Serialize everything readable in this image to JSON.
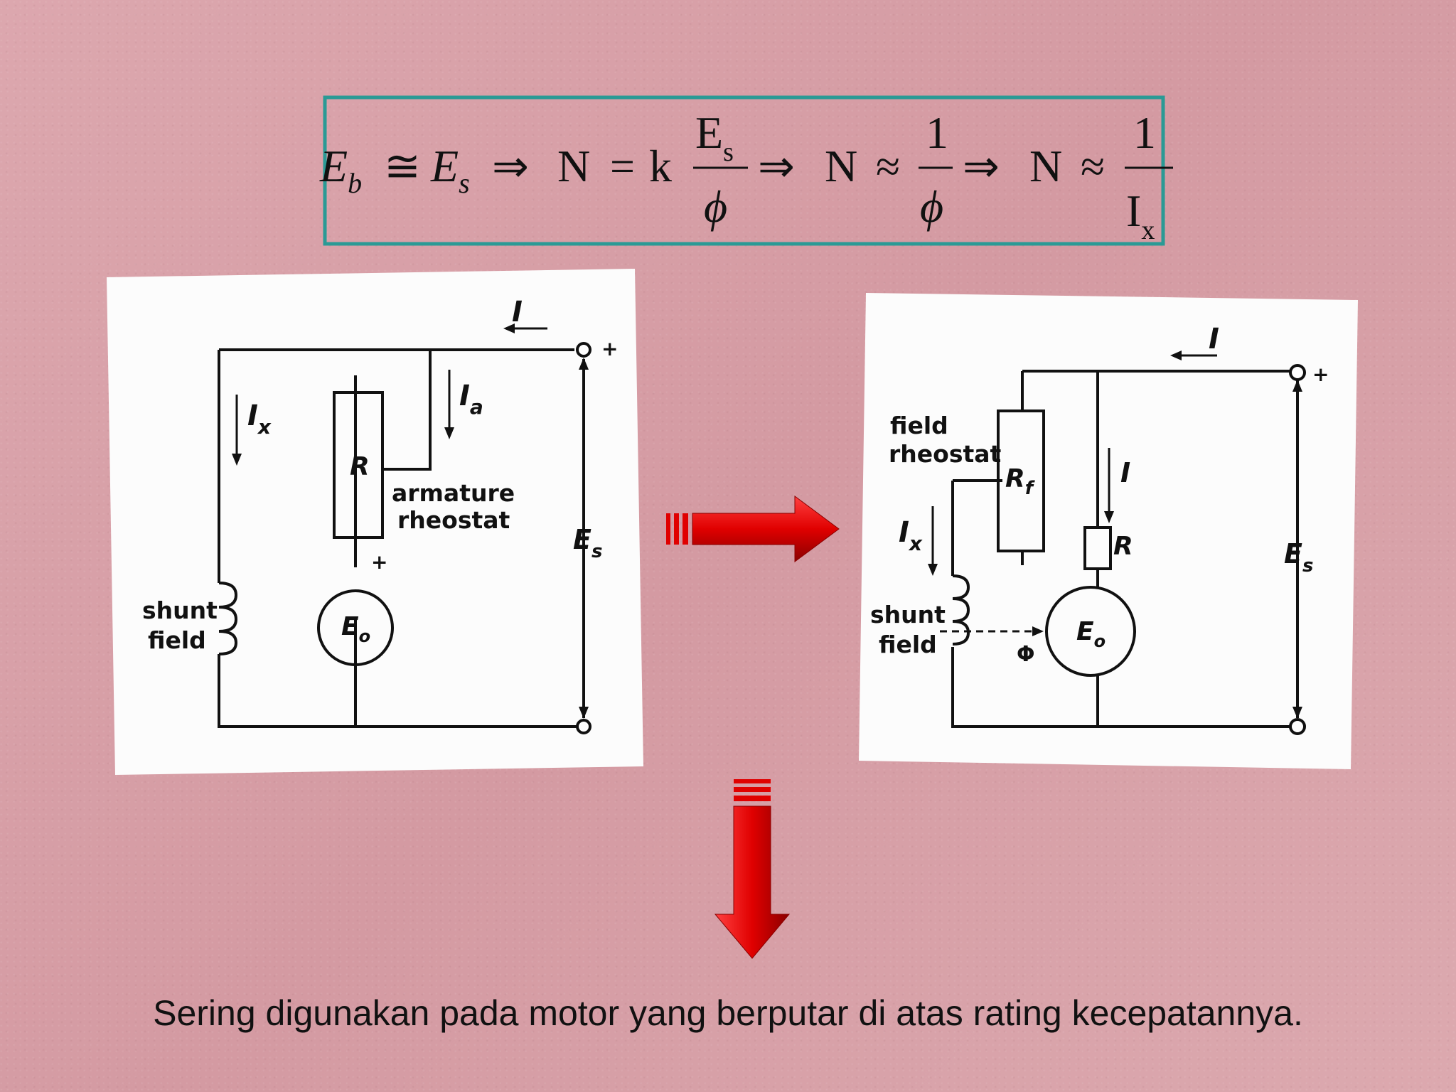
{
  "formula": {
    "Eb": "E",
    "Eb_sub": "b",
    "cong": "≅",
    "Es": "E",
    "Es_sub": "s",
    "implies": "⇒",
    "N": "N",
    "eq": "=",
    "k": "k",
    "approx": "≈",
    "frac1_num": "E",
    "frac1_num_sub": "s",
    "frac1_den": "ϕ",
    "frac2_num": "1",
    "frac2_den": "ϕ",
    "frac3_num": "1",
    "frac3_den": "I",
    "frac3_den_sub": "x"
  },
  "diagram_left": {
    "current_I": "I",
    "current_Ia": "I",
    "current_Ia_sub": "a",
    "current_Ix": "I",
    "current_Ix_sub": "x",
    "resistor_R": "R",
    "armature_label_1": "armature",
    "armature_label_2": "rheostat",
    "voltage_Es": "E",
    "voltage_Es_sub": "s",
    "emf_Eo": "E",
    "emf_Eo_sub": "o",
    "shunt_label_1": "shunt",
    "shunt_label_2": "field",
    "plus": "+"
  },
  "diagram_right": {
    "current_I": "I",
    "current_I2": "I",
    "current_Ix": "I",
    "current_Ix_sub": "x",
    "field_label_1": "field",
    "field_label_2": "rheostat",
    "resistor_Rf": "R",
    "resistor_Rf_sub": "f",
    "resistor_R": "R",
    "voltage_Es": "E",
    "voltage_Es_sub": "s",
    "emf_Eo": "E",
    "emf_Eo_sub": "o",
    "flux_phi": "Φ",
    "shunt_label_1": "shunt",
    "shunt_label_2": "field",
    "plus": "+"
  },
  "caption": "Sering digunakan pada motor yang berputar di atas rating kecepatannya.",
  "colors": {
    "background": "#d9a3aa",
    "formula_border": "#2a9a95",
    "arrow_red": "#e00000",
    "wire": "#111111"
  }
}
